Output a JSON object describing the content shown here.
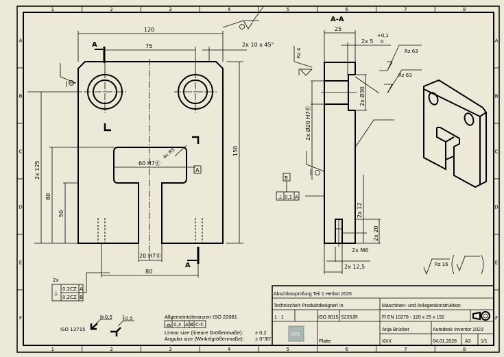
{
  "frame": {
    "columns": [
      "1",
      "2",
      "3",
      "4",
      "5",
      "6",
      "7",
      "8"
    ],
    "rows": [
      "A",
      "B",
      "C",
      "D",
      "E",
      "F"
    ]
  },
  "front_view": {
    "section_marker": "A",
    "dims": {
      "width_total": "120",
      "hole_spacing": "75",
      "chamfer": "2x 10 x 45°",
      "height_total": "150",
      "hole_height": "2x 125",
      "slot_top": "80",
      "slot_bottom": "50",
      "slot_width": "60 H7Ⓔ",
      "slot_radius": "4x R5",
      "stem_width": "20 H7Ⓔ",
      "thread_spacing": "80"
    },
    "datum": "A",
    "tolerance_frame": {
      "count": "2x",
      "symbol": "⊥",
      "rows": [
        {
          "value": "0,2CZ",
          "datum": "A"
        },
        {
          "value": "0,2CZ",
          "datum": "B"
        }
      ]
    }
  },
  "section_view": {
    "title": "A-A",
    "dims": {
      "thickness": "25",
      "counterbore_depth": "2x 5",
      "tol_upper": "+0,1",
      "tol_lower": "0",
      "counterbore_dia": "2x Ø30",
      "hole_dia": "2x Ø20 H7Ⓔ",
      "thread_depth": "2x 12",
      "drill_depth": "2x 20",
      "thread": "2x M6",
      "thread_pos": "2x 12,5"
    },
    "roughness": [
      "Rz 4",
      "Rz 63",
      "Rz 63"
    ],
    "datum": "B",
    "tolerance_frame": {
      "symbol": "⊥",
      "value": "0,1",
      "datum": "A"
    }
  },
  "surface_note": {
    "value": "Rz 16"
  },
  "edge_note": {
    "standard": "ISO 13715",
    "upper": "+0,5",
    "lower": "-0,5"
  },
  "general_tolerances": {
    "title": "Allgemeintoleranzen ISO 22081",
    "frame": {
      "value": "0,3",
      "datums": [
        "A",
        "B",
        "C-C"
      ]
    },
    "linear_label": "Linear size (lineare Größenmaße):",
    "linear_value": "± 0,2",
    "angular_label": "Angular size (Winkelgrößenmaße):",
    "angular_value": "± 0°30'"
  },
  "title_block": {
    "exam": "Abschlussprüfung Teil 1   Herbst 2025",
    "profession": "Technische/r Produktdesigner/ in",
    "department": "Maschinen- und Anlagenkonstruktion",
    "scale": "1 : 1",
    "tolerance_std": "ISO 8015",
    "material": "S235JR",
    "semi_finished": "Fl EN 10278 - 120 x 25 x 152",
    "author": "Anja Brücker",
    "cad_system": "Autodesk Inventor 2023",
    "examinee": "XXX",
    "date": "04.01.2026",
    "format": "A3",
    "sheet": "1/1",
    "part_name": "Platte",
    "logo_text": "AP1"
  },
  "colors": {
    "background": "#ece9d8",
    "logo": "#a9b9b2"
  }
}
